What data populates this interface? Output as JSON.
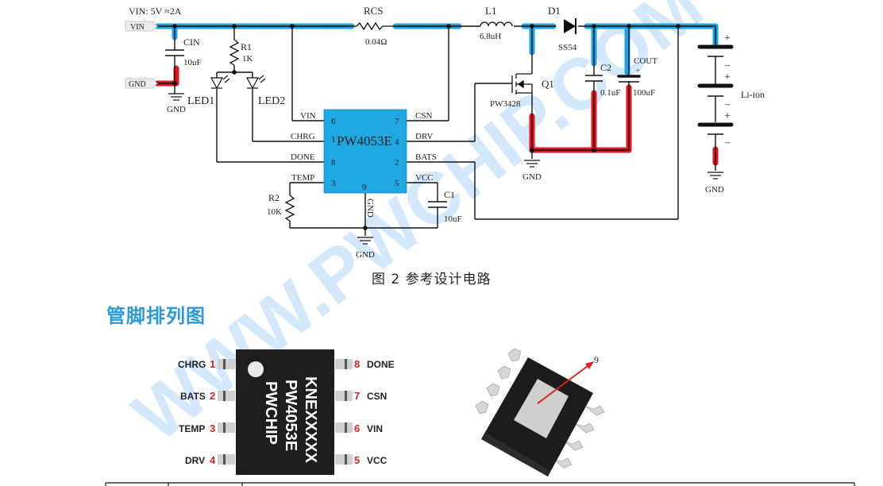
{
  "schematic": {
    "vin_note": "VIN:  5V  ≈2A",
    "port_vin": "VIN",
    "port_gnd": "GND",
    "cin_name": "CIN",
    "cin_value": "10uF",
    "r1_name": "R1",
    "r1_value": "1K",
    "led1": "LED1",
    "led2": "LED2",
    "gnd_label": "GND",
    "rcs_name": "RCS",
    "rcs_value": "0.04Ω",
    "l1_name": "L1",
    "l1_value": "6.8uH",
    "d1_name": "D1",
    "d1_value": "SS54",
    "q1_name": "Q1",
    "q1_value": "PW3428",
    "c2_name": "C2",
    "c2_value": "0.1uF",
    "cout_name": "COUT",
    "cout_value": "100uF",
    "battery_label": "Li-ion",
    "r2_name": "R2",
    "r2_value": "10K",
    "c1_name": "C1",
    "c1_value": "10uF",
    "ic": {
      "name": "PW4053E",
      "color": "#1ea7e1",
      "left_pins": [
        {
          "label": "VIN",
          "num": "6"
        },
        {
          "label": "CHRG",
          "num": "1"
        },
        {
          "label": "DONE",
          "num": "8"
        },
        {
          "label": "TEMP",
          "num": "3"
        }
      ],
      "right_pins": [
        {
          "label": "CSN",
          "num": "7"
        },
        {
          "label": "DRV",
          "num": "4"
        },
        {
          "label": "BATS",
          "num": "2"
        },
        {
          "label": "VCC",
          "num": "5"
        }
      ],
      "bottom_pin": {
        "label": "GND",
        "num": "9"
      }
    },
    "power_net_color": "#1aa3e8",
    "ground_net_color": "#e8141c"
  },
  "caption": "图 2 参考设计电路",
  "section_title": "管脚排列图",
  "pinout": {
    "marking_lines": [
      "KNEXXXXX",
      "PW4053E",
      "PWCHIP"
    ],
    "left": [
      {
        "label": "CHRG",
        "num": "1"
      },
      {
        "label": "BATS",
        "num": "2"
      },
      {
        "label": "TEMP",
        "num": "3"
      },
      {
        "label": "DRV",
        "num": "4"
      }
    ],
    "right": [
      {
        "label": "DONE",
        "num": "8"
      },
      {
        "label": "CSN",
        "num": "7"
      },
      {
        "label": "VIN",
        "num": "6"
      },
      {
        "label": "VCC",
        "num": "5"
      }
    ],
    "exposed_pad_label": "9"
  },
  "watermark": "WWW.PWCHIP.COM"
}
